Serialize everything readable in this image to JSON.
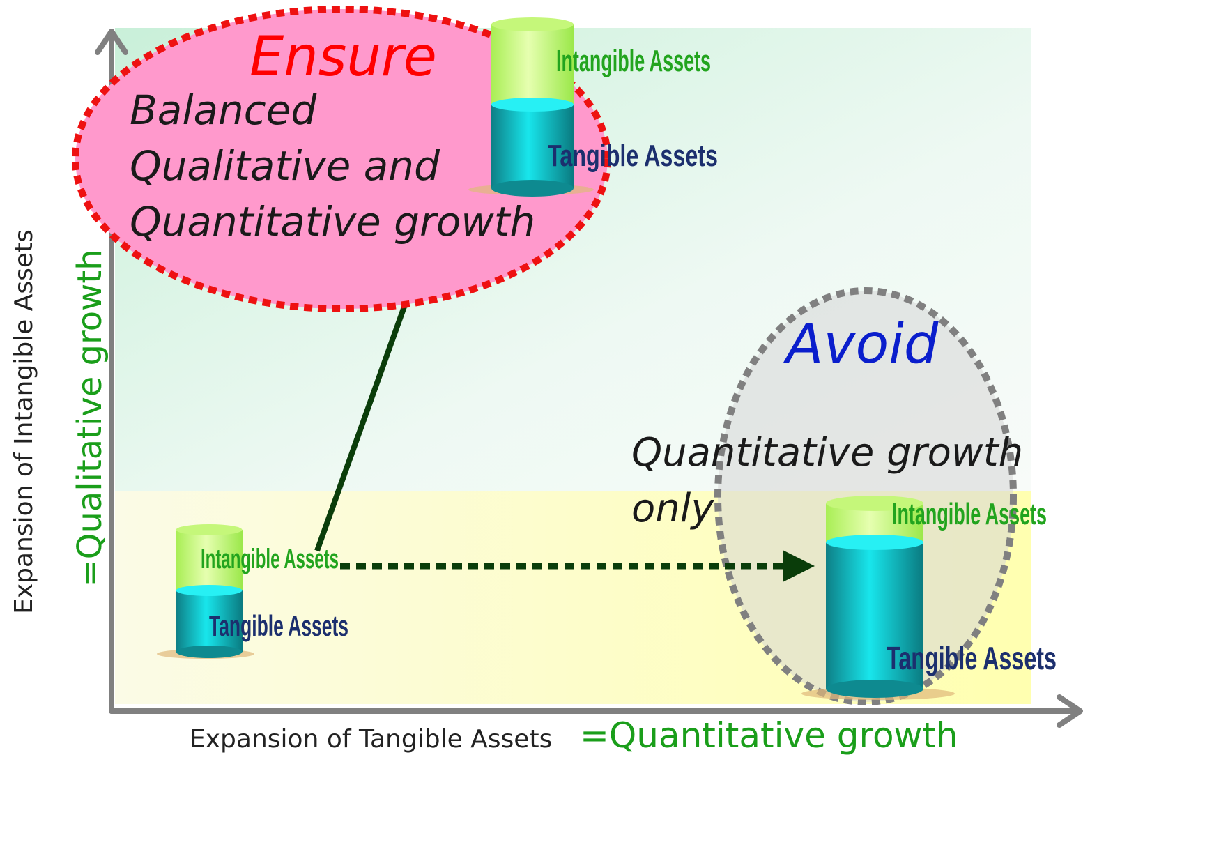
{
  "colors": {
    "ensure_text": "#ff0000",
    "avoid_text": "#0a1ecc",
    "growth_green": "#1a9e1a",
    "intangible_label": "#22a41e",
    "tangible_label": "#1c2f6e",
    "axis": "#808080",
    "ensure_fill": "#ff99cc",
    "ensure_border": "#ee1111",
    "avoid_border": "#808080"
  },
  "axes": {
    "y_label": "Expansion of Intangible Assets",
    "y_growth": "=Qualitative growth",
    "x_label": "Expansion of Tangible Assets",
    "x_growth": "=Quantitative growth"
  },
  "ensure": {
    "heading": "Ensure",
    "lines": [
      "Balanced",
      "Qualitative and",
      "Quantitative growth"
    ]
  },
  "avoid": {
    "heading": "Avoid",
    "lines": [
      "Quantitative growth",
      "only"
    ]
  },
  "cylinders": {
    "top": {
      "intangible": "Intangible Assets",
      "tangible": "Tangible Assets"
    },
    "start": {
      "intangible": "Intangible Assets",
      "tangible": "Tangible Assets"
    },
    "right": {
      "intangible": "Intangible Assets",
      "tangible": "Tangible Assets"
    }
  }
}
